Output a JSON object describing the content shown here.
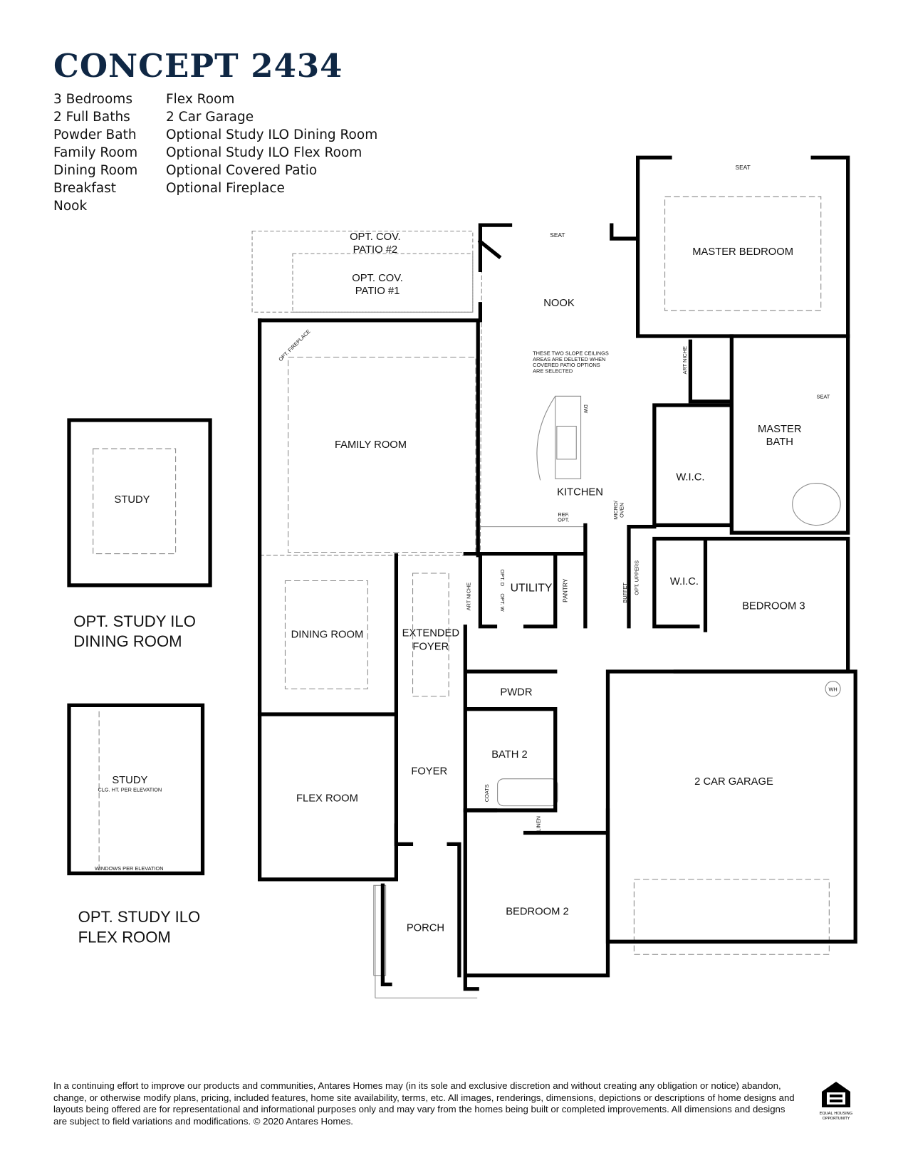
{
  "header": {
    "title": "CONCEPT 2434",
    "features_left": [
      "3 Bedrooms",
      "2 Full Baths",
      "Powder Bath",
      "Family Room",
      "Dining Room",
      "Breakfast Nook"
    ],
    "features_right": [
      "Flex Room",
      "2 Car Garage",
      "Optional Study ILO Dining Room",
      "Optional Study ILO Flex Room",
      "Optional Covered Patio",
      "Optional Fireplace"
    ]
  },
  "rooms": {
    "patio2": [
      "OPT. COV.",
      "PATIO #2"
    ],
    "patio1": [
      "OPT. COV.",
      "PATIO #1"
    ],
    "nook": "NOOK",
    "seat_nook": "SEAT",
    "seat_master": "SEAT",
    "master_bedroom": "MASTER BEDROOM",
    "opt_fireplace": "OPT. FIREPLACE",
    "note": [
      "THESE TWO SLOPE CEILINGS",
      "AREAS ARE DELETED WHEN",
      "COVERED PATIO OPTIONS",
      "ARE SELECTED"
    ],
    "family_room": "FAMILY ROOM",
    "dw": "DW",
    "kitchen": "KITCHEN",
    "ref_opt": [
      "REF.",
      "OPT."
    ],
    "micro_oven": [
      "MICRO/",
      "OVEN"
    ],
    "art_niche_master": "ART NICHE",
    "seat_bath": "SEAT",
    "master_bath": [
      "MASTER",
      "BATH"
    ],
    "wic_master": "W.I.C.",
    "art_niche": "ART NICHE",
    "opt_d": "OPT. D",
    "opt_w": "OPT. W",
    "utility": "UTILITY",
    "pantry": "PANTRY",
    "buffet": "BUFFET",
    "opt_uppers": "OPT. UPPERS",
    "wic_bed3": "W.I.C.",
    "bedroom3": "BEDROOM 3",
    "dining_room": "DINING ROOM",
    "extended_foyer": [
      "EXTENDED",
      "FOYER"
    ],
    "pwdr": "PWDR",
    "wh": "WH",
    "bath2": "BATH 2",
    "garage": "2 CAR GARAGE",
    "flex_room": "FLEX ROOM",
    "foyer": "FOYER",
    "coats": "COATS",
    "linen": "LINEN",
    "bedroom2": "BEDROOM 2",
    "porch": "PORCH"
  },
  "options": {
    "study_dining": {
      "room": "STUDY",
      "caption": [
        "OPT.  STUDY ILO",
        "DINING    ROOM"
      ]
    },
    "study_flex": {
      "room": "STUDY",
      "sub": "CLG. HT. PER ELEVATION",
      "windows": "WINDOWS PER ELEVATION",
      "caption": [
        "OPT.  STUDY ILO",
        "FLEX ROOM"
      ]
    }
  },
  "footer": {
    "disclaimer": "In a continuing effort to improve our products and communities, Antares Homes may (in its sole and exclusive discretion and without creating any obligation or notice) abandon, change, or otherwise modify plans, pricing, included features, home site availability, terms, etc. All images, renderings, dimensions, depictions or descriptions of home designs and layouts being offered are for representational and informational purposes only and may vary from the homes being built or completed improvements. All dimensions and designs are subject to field variations and modifications. © 2020 Antares Homes.",
    "logo_caption": [
      "EQUAL HOUSING",
      "OPPORTUNITY"
    ]
  },
  "colors": {
    "title": "#0f2744",
    "walls": "#000000"
  }
}
